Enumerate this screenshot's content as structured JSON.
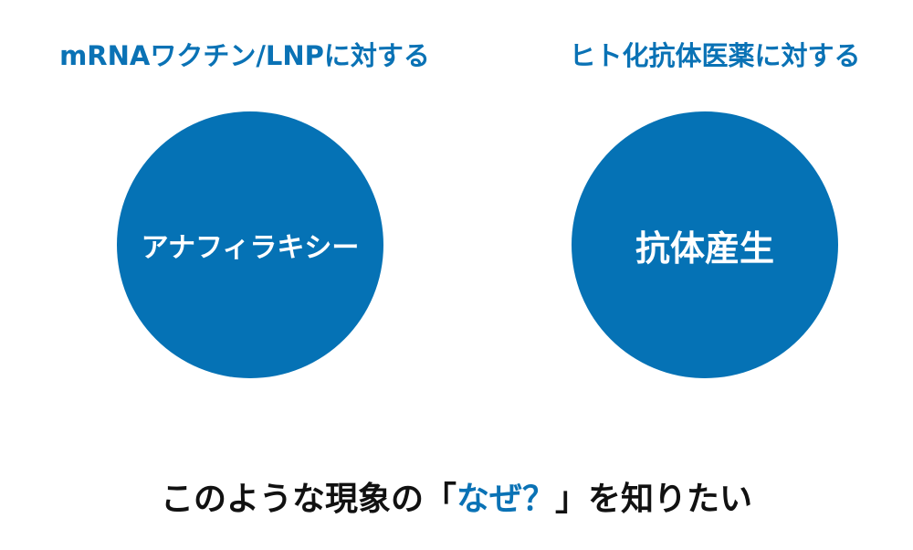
{
  "left": {
    "heading": "mRNAワクチン/LNPに対する",
    "circle_label": "アナフィラキシー"
  },
  "right": {
    "heading": "ヒト化抗体医薬に対する",
    "circle_label": "抗体産生"
  },
  "caption": {
    "before": "このような現象の「",
    "highlight": "なぜ？",
    "after": "」を知りたい"
  },
  "colors": {
    "accent": "#0572b5",
    "text": "#111111"
  }
}
